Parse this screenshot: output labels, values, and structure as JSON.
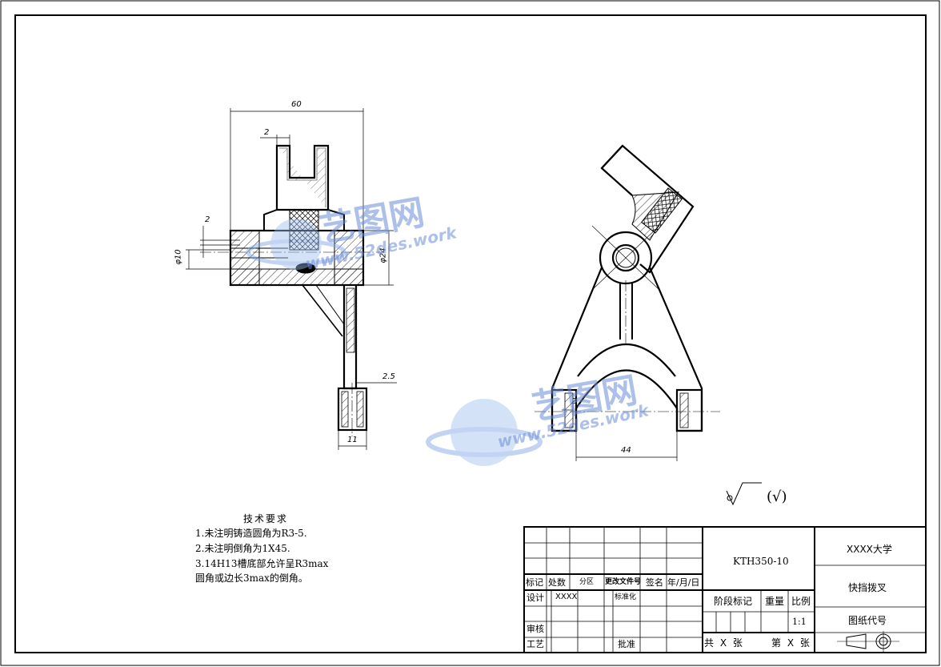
{
  "drawing": {
    "dims": {
      "width_60": "60",
      "slot_2": "2",
      "hole_offset_2": "2",
      "dia_10": "φ10",
      "dia_24": "φ24",
      "lip_2_5": "2.5",
      "foot_11": "11",
      "fork_44": "44",
      "fork_2": "2"
    },
    "roughness": "(√)"
  },
  "tech_req": {
    "title": "技术要求",
    "lines": [
      "1.未注明铸造圆角为R3-5.",
      "2.未注明倒角为1X45.",
      "3.14H13槽底部允许呈R3max",
      "圆角或边长3max的倒角。"
    ]
  },
  "title_block": {
    "code": "KTH350-10",
    "school": "XXXX大学",
    "part_name": "快挡拨叉",
    "drawing_no_label": "图纸代号",
    "rev_headers": [
      "标记",
      "处数",
      "分区",
      "更改文件号",
      "签名",
      "年/月/日"
    ],
    "design_label": "设计",
    "designer": "XXXX",
    "standardize_label": "标准化",
    "check_label": "审核",
    "process_label": "工艺",
    "approve_label": "批准",
    "stage_label": "阶段标记",
    "weight_label": "重量",
    "scale_label": "比例",
    "scale_value": "1:1",
    "sheet_total": "共 X 张",
    "sheet_no": "第 X 张"
  },
  "watermark": {
    "brand": "艺图网",
    "url": "www.52des.work"
  }
}
